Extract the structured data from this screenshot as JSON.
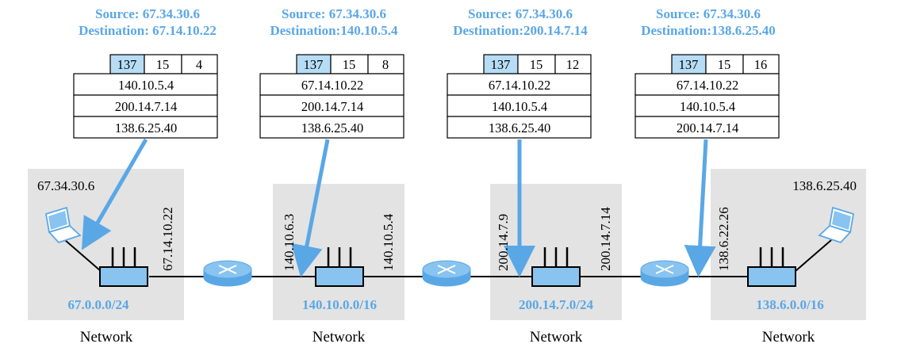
{
  "colors": {
    "accent": "#5aa7e6",
    "header_text": "#5aa7e6",
    "network_bg": "#e3e3e3",
    "router_fill": "#89c3ef",
    "router_blue": "#5aa7e6",
    "option_cell": "#b7dcf6",
    "line": "#000000"
  },
  "packets": [
    {
      "source": "Source: 67.34.30.6",
      "destination": "Destination: 67.14.10.22",
      "option": {
        "type": "137",
        "length": "15",
        "pointer": "4"
      },
      "addresses": [
        "140.10.5.4",
        "200.14.7.14",
        "138.6.25.40"
      ]
    },
    {
      "source": "Source:  67.34.30.6",
      "destination": "Destination:140.10.5.4",
      "option": {
        "type": "137",
        "length": "15",
        "pointer": "8"
      },
      "addresses": [
        "67.14.10.22",
        "200.14.7.14",
        "138.6.25.40"
      ]
    },
    {
      "source": "Source:  67.34.30.6",
      "destination": "Destination:200.14.7.14",
      "option": {
        "type": "137",
        "length": "15",
        "pointer": "12"
      },
      "addresses": [
        "67.14.10.22",
        "140.10.5.4",
        "138.6.25.40"
      ]
    },
    {
      "source": "Source:  67.34.30.6",
      "destination": "Destination:138.6.25.40",
      "option": {
        "type": "137",
        "length": "15",
        "pointer": "16"
      },
      "addresses": [
        "67.14.10.22",
        "140.10.5.4",
        "200.14.7.14"
      ]
    }
  ],
  "networks": [
    {
      "address": "67.0.0.0/24",
      "label": "Network",
      "host": "67.34.30.6",
      "interfaces": [
        "67.14.10.22"
      ]
    },
    {
      "address": "140.10.0.0/16",
      "label": "Network",
      "interfaces": [
        "140.10.6.3",
        "140.10.5.4"
      ]
    },
    {
      "address": "200.14.7.0/24",
      "label": "Network",
      "interfaces": [
        "200.14.7.9",
        "200.14.7.14"
      ]
    },
    {
      "address": "138.6.0.0/16",
      "label": "Network",
      "host": "138.6.25.40",
      "interfaces": [
        "138.6.22.26"
      ]
    }
  ],
  "icons": {
    "host": "laptop-icon",
    "router": "router-icon",
    "switch": "switch-icon"
  }
}
